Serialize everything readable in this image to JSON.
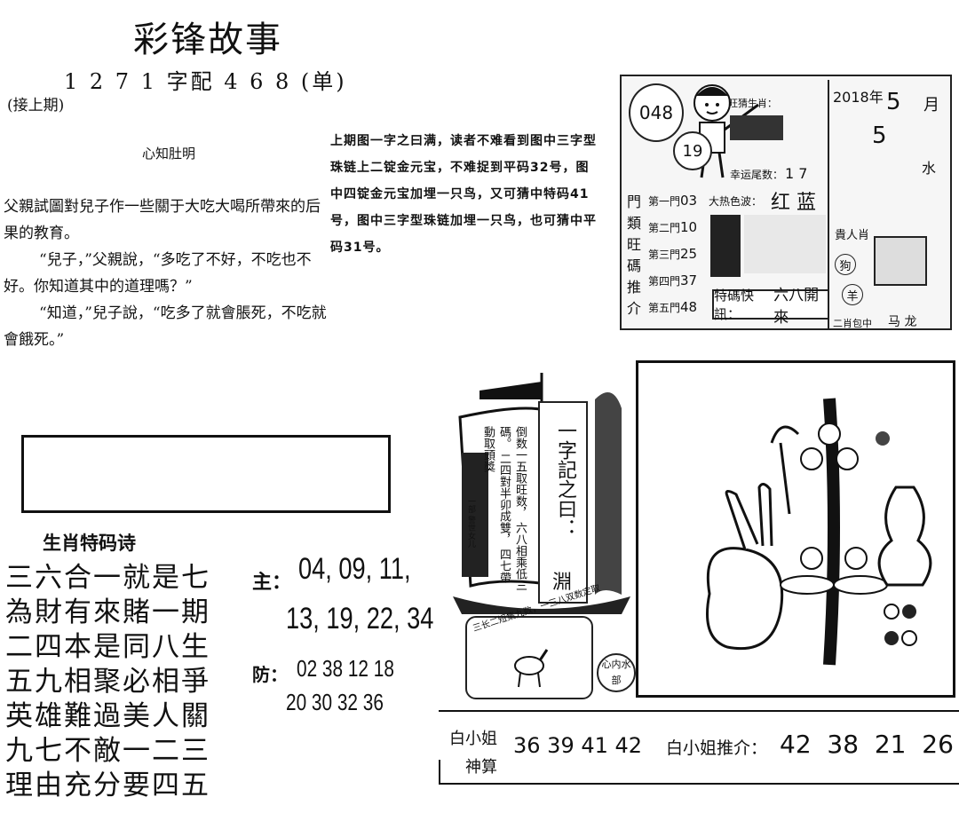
{
  "header": {
    "title": "彩锋故事",
    "issue_line": "1 2 7 1 字配 4 6 8 (单)",
    "continued": "(接上期)"
  },
  "story": {
    "title": "心知肚明",
    "paragraphs": [
      "父親試圖對兒子作一些關于大吃大喝所帶來的后果的教育。",
      "“兒子，”父親說，“多吃了不好，不吃也不好。你知道其中的道理嗎？”",
      "“知道，”兒子說，“吃多了就會脹死，不吃就會餓死。”"
    ]
  },
  "middle_text": "上期图一字之曰满，读者不难看到图中三字型珠链上二锭金元宝，不难捉到平码32号，图中四锭金元宝加埋一只鸟，又可猜中特码41号，图中三字型珠链加埋一只鸟，也可猜中平码31号。",
  "poem": {
    "title": "生肖特码诗",
    "lines": [
      "三六合一就是七",
      "為財有來賭一期",
      "二四本是同八生",
      "五九相聚必相爭",
      "英雄難過美人關",
      "九七不敵一二三",
      "理由充分要四五"
    ]
  },
  "main_numbers": {
    "label": "主：",
    "line1": "04, 09, 11,",
    "line2": "13, 19, 22, 34"
  },
  "defense_numbers": {
    "label": "防：",
    "line1": "02 38 12 18",
    "line2": "20 30 32 36"
  },
  "card": {
    "issue": "048",
    "ball": "19",
    "year": "2018年",
    "month": "5",
    "month_suffix": "月",
    "day": "5",
    "zodiac_label": "旺猜生肖：",
    "tail_label": "幸运尾数：",
    "tail_value": "1 7",
    "color_label": "大热色波：",
    "color_value": "红 蓝",
    "recommend_vertical": [
      "門",
      "類",
      "旺",
      "碼",
      "推",
      "介"
    ],
    "doors": [
      {
        "label": "第一門",
        "value": "03"
      },
      {
        "label": "第二門",
        "value": "10"
      },
      {
        "label": "第三門",
        "value": "25"
      },
      {
        "label": "第四門",
        "value": "37"
      },
      {
        "label": "第五門",
        "value": "48"
      }
    ],
    "special_label": "特碼快訊：",
    "special_value": "六八開來",
    "noble_label": "貴人肖",
    "noble_animals": [
      "狗",
      "羊"
    ],
    "two_zodiac_label": "二肖包中",
    "two_zodiac_value": "马 龙",
    "water_label": "水"
  },
  "ship": {
    "title": "一字記之曰：",
    "char": "淵",
    "verse_lines": [
      "倒数一五取旺数，",
      "六八相乘低三碼。",
      "二四對半卯成雙，",
      "四七帶動取頭獎"
    ],
    "signature": "一部 警世女儿"
  },
  "horse_caption": "三长二短集九数，一三八双数定取",
  "side_label": "心内水部",
  "bottom": {
    "miss_bai_label": "白小姐",
    "shen_suan": "神算",
    "numbers": "36 39 41 42",
    "recommend_label": "白小姐推介：",
    "recommend_numbers": "42  38  21  26"
  }
}
